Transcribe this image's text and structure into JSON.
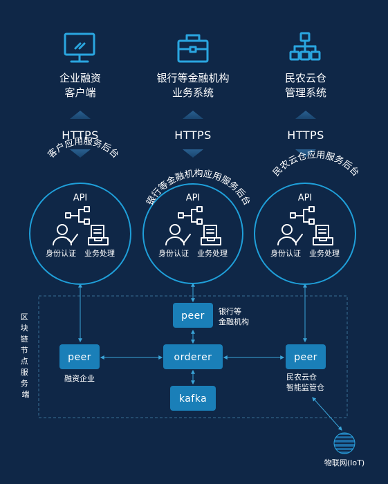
{
  "clients": [
    {
      "line1": "企业融资",
      "line2": "客户端",
      "icon": "monitor-icon"
    },
    {
      "line1": "银行等金融机构",
      "line2": "业务系统",
      "icon": "briefcase-icon"
    },
    {
      "line1": "民农云仓",
      "line2": "管理系统",
      "icon": "org-chart-icon"
    }
  ],
  "https_label": "HTTPS",
  "backends": [
    {
      "title": "客户应用服务后台",
      "api": "API",
      "identity": "身份认证",
      "business": "业务处理"
    },
    {
      "title": "银行等金融机构应用服务后台",
      "api": "API",
      "identity": "身份认证",
      "business": "业务处理"
    },
    {
      "title": "民农云仓应用服务后台",
      "api": "API",
      "identity": "身份认证",
      "business": "业务处理"
    }
  ],
  "blockchain": {
    "section_label": "区块链节点服务端",
    "nodes": {
      "peer_bank": {
        "label": "peer",
        "caption_line1": "银行等",
        "caption_line2": "金融机构"
      },
      "peer_finance": {
        "label": "peer",
        "caption": "融资企业"
      },
      "orderer": {
        "label": "orderer"
      },
      "peer_warehouse": {
        "label": "peer",
        "caption_line1": "民农云仓",
        "caption_line2": "智能监管仓"
      },
      "kafka": {
        "label": "kafka"
      }
    }
  },
  "iot": {
    "label": "物联网(IoT)",
    "icon": "globe-icon"
  },
  "colors": {
    "background": "#0f2747",
    "accent": "#1f9fd9",
    "node_fill": "#1a7fb8",
    "text": "#ffffff"
  }
}
